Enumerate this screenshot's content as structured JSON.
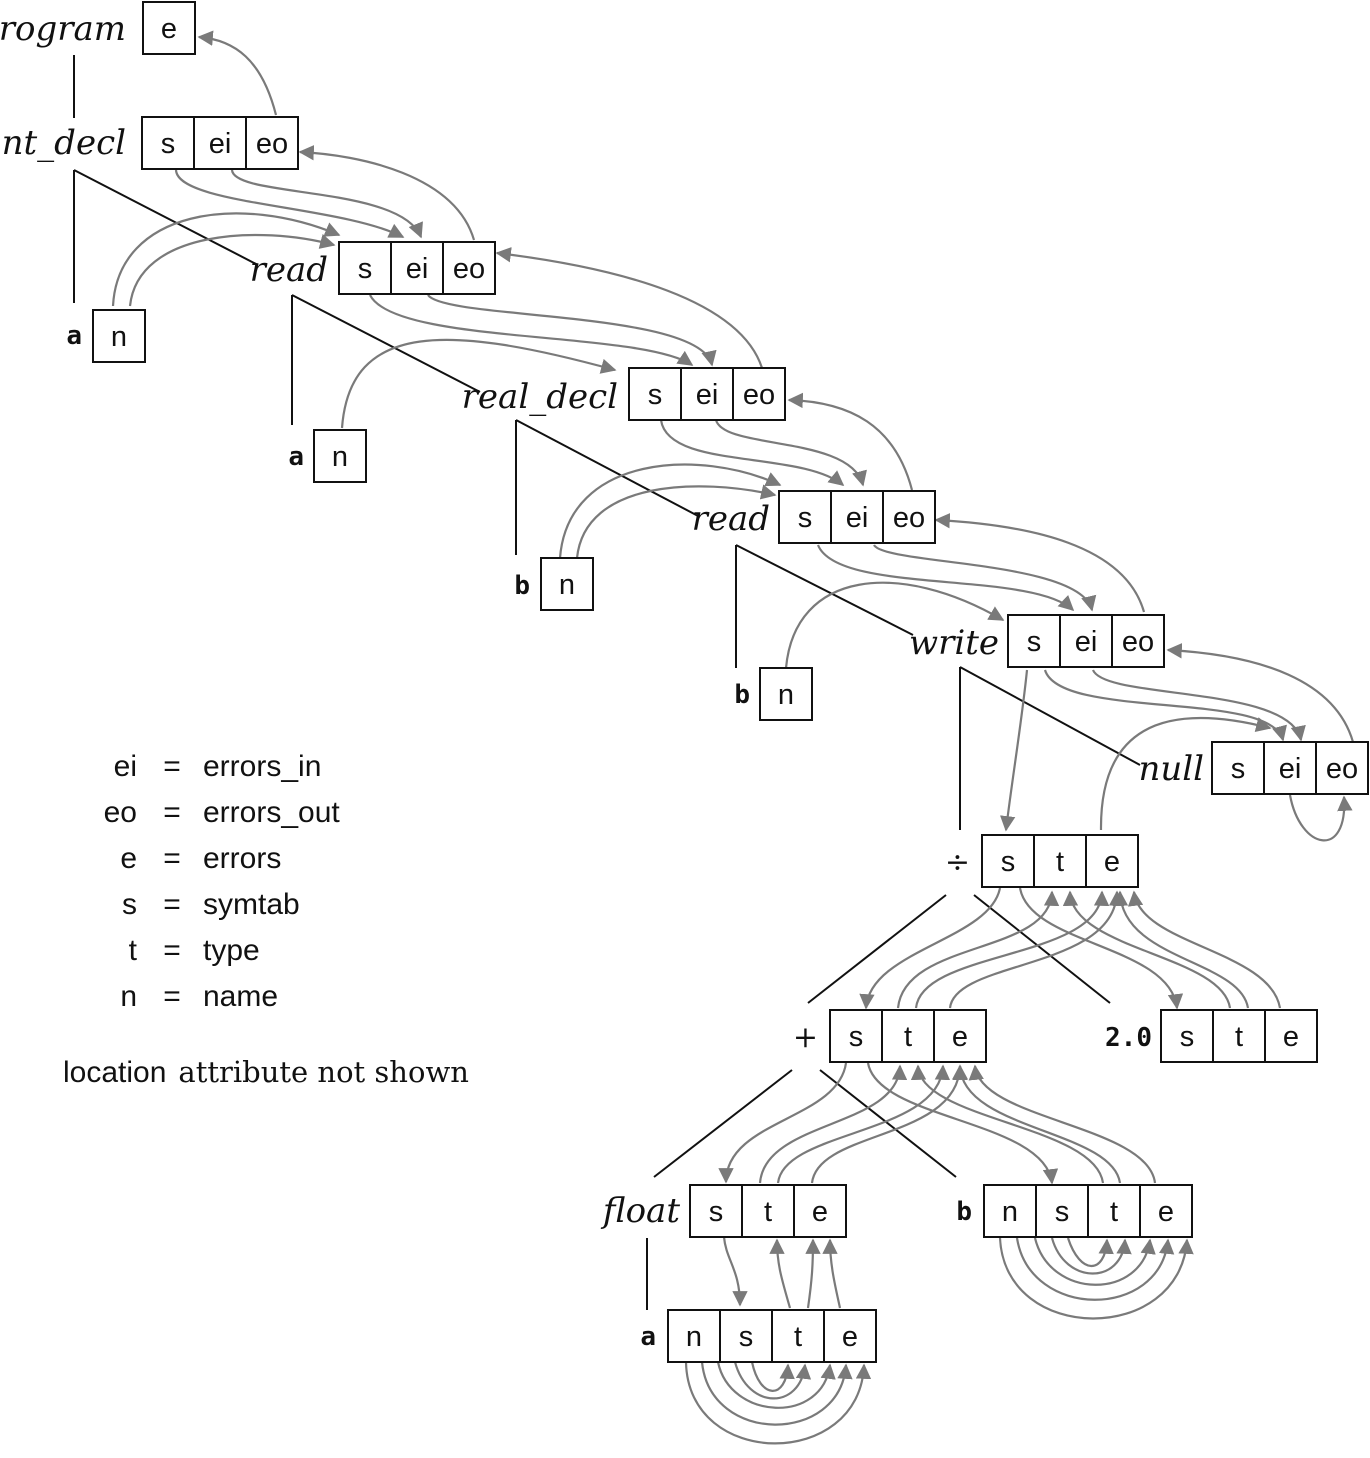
{
  "nodes": {
    "program": {
      "label": "program",
      "attrs": [
        "e"
      ]
    },
    "int_decl": {
      "label": "int_decl",
      "attrs": [
        "s",
        "ei",
        "eo"
      ]
    },
    "read1": {
      "label": "read",
      "attrs": [
        "s",
        "ei",
        "eo"
      ]
    },
    "a1": {
      "label": "a",
      "attrs": [
        "n"
      ]
    },
    "real_decl": {
      "label": "real_decl",
      "attrs": [
        "s",
        "ei",
        "eo"
      ]
    },
    "a2": {
      "label": "a",
      "attrs": [
        "n"
      ]
    },
    "read2": {
      "label": "read",
      "attrs": [
        "s",
        "ei",
        "eo"
      ]
    },
    "b1": {
      "label": "b",
      "attrs": [
        "n"
      ]
    },
    "write": {
      "label": "write",
      "attrs": [
        "s",
        "ei",
        "eo"
      ]
    },
    "b2": {
      "label": "b",
      "attrs": [
        "n"
      ]
    },
    "null": {
      "label": "null",
      "attrs": [
        "s",
        "ei",
        "eo"
      ]
    },
    "div": {
      "label": "÷",
      "attrs": [
        "s",
        "t",
        "e"
      ]
    },
    "plus": {
      "label": "+",
      "attrs": [
        "s",
        "t",
        "e"
      ]
    },
    "const": {
      "label": "2.0",
      "attrs": [
        "s",
        "t",
        "e"
      ]
    },
    "float": {
      "label": "float",
      "attrs": [
        "s",
        "t",
        "e"
      ]
    },
    "b3": {
      "label": "b",
      "attrs": [
        "n",
        "s",
        "t",
        "e"
      ]
    },
    "a3": {
      "label": "a",
      "attrs": [
        "n",
        "s",
        "t",
        "e"
      ]
    }
  },
  "legend": [
    {
      "abbr": "ei",
      "eq": "=",
      "full": "errors_in"
    },
    {
      "abbr": "eo",
      "eq": "=",
      "full": "errors_out"
    },
    {
      "abbr": "e",
      "eq": "=",
      "full": "errors"
    },
    {
      "abbr": "s",
      "eq": "=",
      "full": "symtab"
    },
    {
      "abbr": "t",
      "eq": "=",
      "full": "type"
    },
    {
      "abbr": "n",
      "eq": "=",
      "full": "name"
    }
  ],
  "note": {
    "mono_part": "location",
    "serif_part": "attribute not shown"
  },
  "colors": {
    "tree_edge": "#111111",
    "flow_arrow": "#7a7a7a"
  }
}
